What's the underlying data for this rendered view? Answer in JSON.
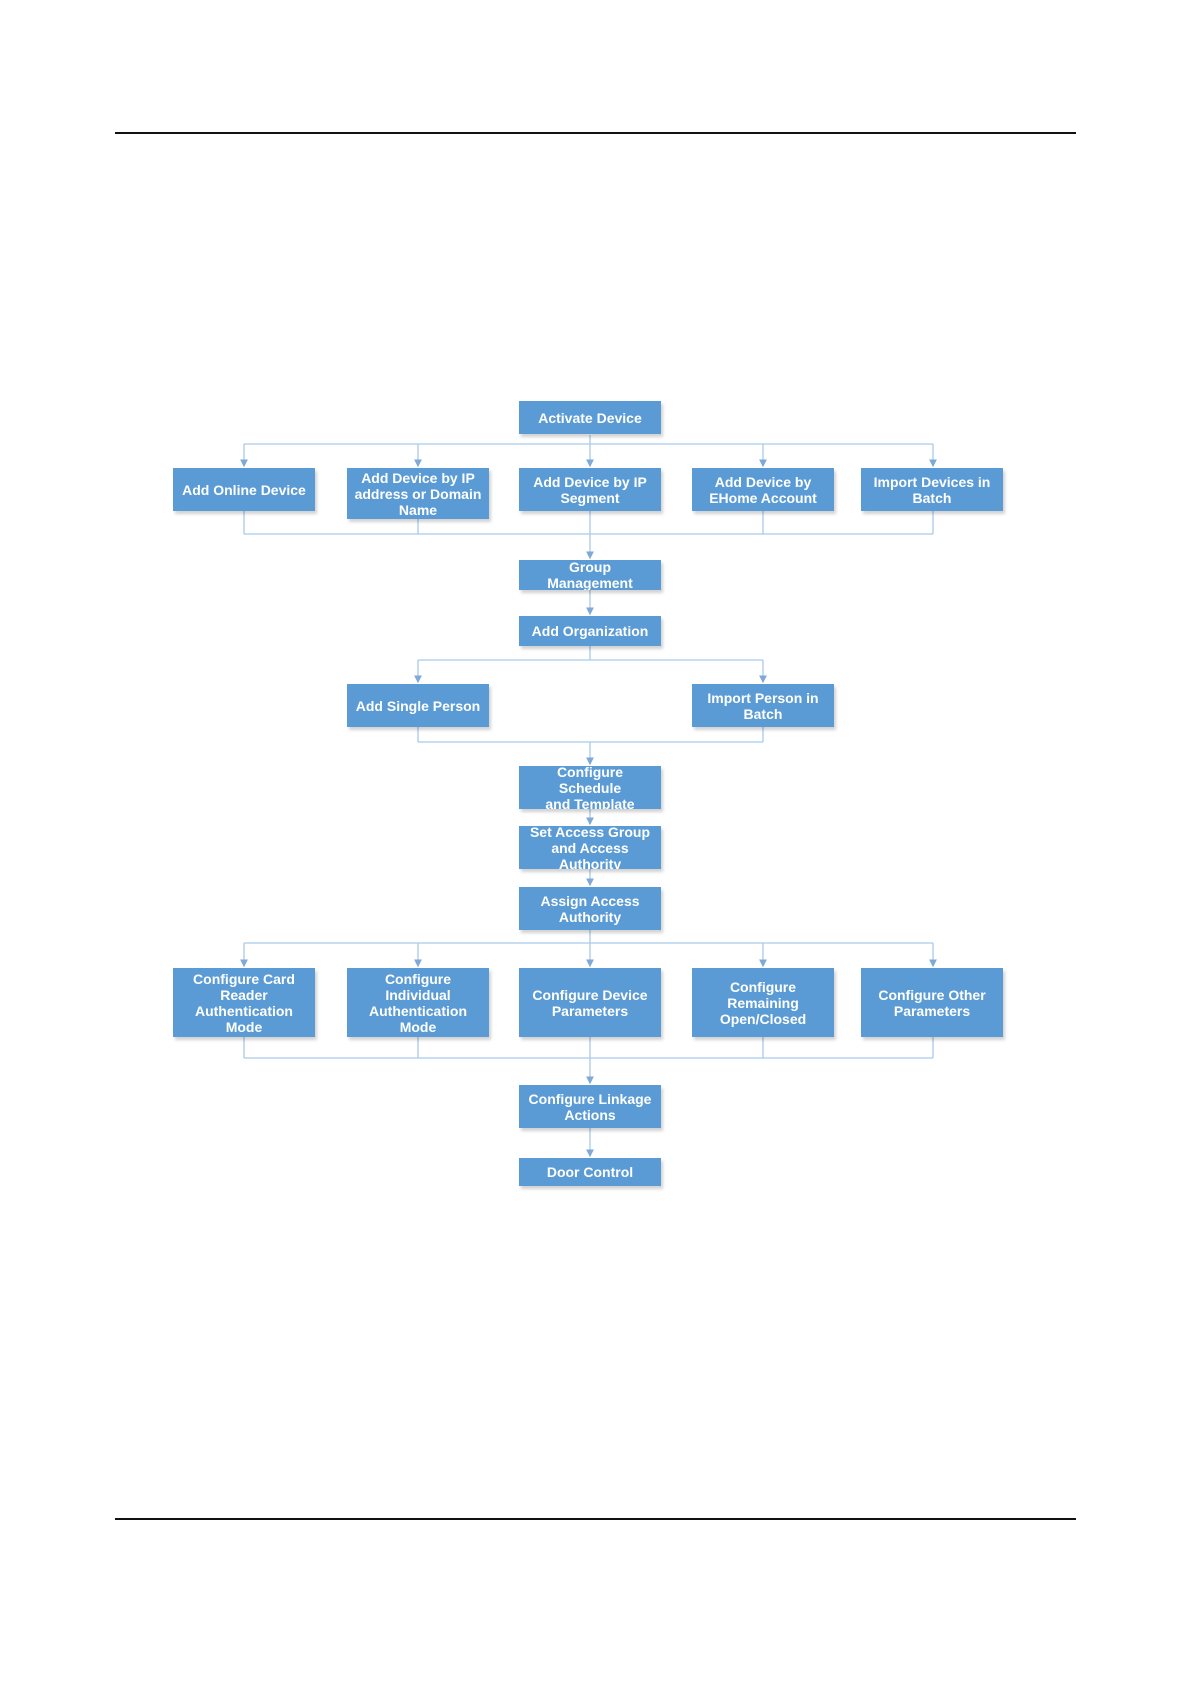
{
  "diagram": {
    "nodes": {
      "activate_device": "Activate Device",
      "add_online_device": "Add Online Device",
      "add_device_ip_domain": "Add Device by IP\naddress or Domain\nName",
      "add_device_ip_segment": "Add Device by IP\nSegment",
      "add_device_ehome": "Add Device by\nEHome Account",
      "import_devices_batch": "Import Devices in\nBatch",
      "group_management": "Group Management",
      "add_organization": "Add Organization",
      "add_single_person": "Add Single Person",
      "import_person_batch": "Import Person in\nBatch",
      "configure_schedule": "Configure Schedule\nand Template",
      "set_access_group": "Set Access Group\nand Access\nAuthority",
      "assign_access": "Assign Access\nAuthority",
      "configure_card_reader": "Configure Card\nReader\nAuthentication\nMode",
      "configure_individual": "Configure\nIndividual\nAuthentication\nMode",
      "configure_device_params": "Configure Device\nParameters",
      "configure_remaining": "Configure\nRemaining\nOpen/Closed",
      "configure_other_params": "Configure Other\nParameters",
      "configure_linkage": "Configure Linkage\nActions",
      "door_control": "Door Control"
    },
    "colors": {
      "box_fill": "#5b9bd5",
      "box_text": "#ffffff",
      "connector": "#9dc3e6",
      "rule": "#111111"
    }
  }
}
